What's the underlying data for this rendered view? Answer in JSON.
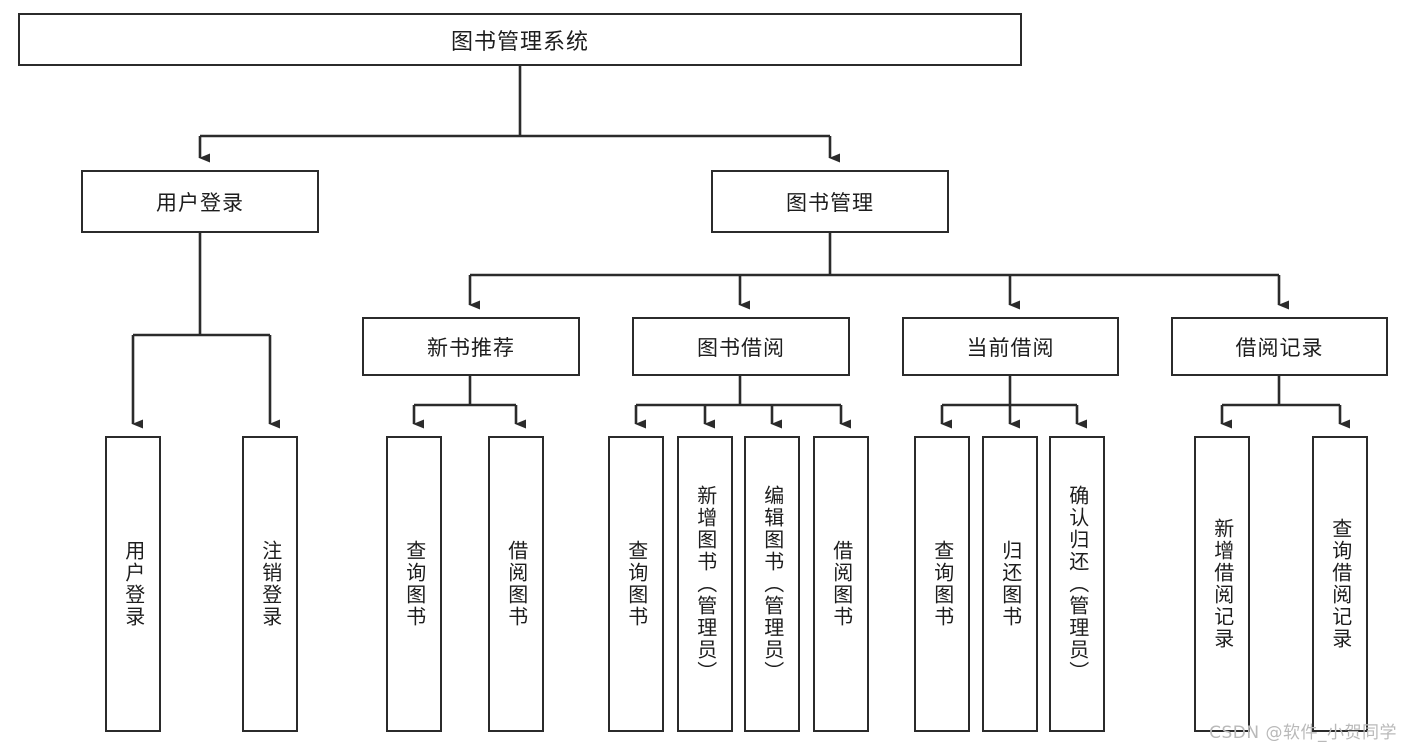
{
  "diagram": {
    "type": "tree-hierarchy",
    "title": "图书管理系统",
    "watermark": "CSDN @软件_小贺同学",
    "colors": {
      "box_border": "#2b2b2b",
      "box_fill": "#ffffff",
      "connector": "#2b2b2b",
      "text": "#1d1d1d",
      "watermark": "#b9b9b9",
      "background": "#ffffff"
    },
    "nodes": {
      "root": {
        "label": "图书管理系统"
      },
      "level2": [
        {
          "id": "user-login",
          "label": "用户登录"
        },
        {
          "id": "book-management",
          "label": "图书管理"
        }
      ],
      "level3": [
        {
          "id": "new-book-recommend",
          "label": "新书推荐"
        },
        {
          "id": "book-borrow",
          "label": "图书借阅"
        },
        {
          "id": "current-borrow",
          "label": "当前借阅"
        },
        {
          "id": "borrow-record",
          "label": "借阅记录"
        }
      ],
      "leaves": [
        {
          "id": "leaf-user-login",
          "label": "用户登录",
          "parent": "user-login"
        },
        {
          "id": "leaf-logout-login",
          "label": "注销登录",
          "parent": "user-login"
        },
        {
          "id": "leaf-query-book-1",
          "label": "查询图书",
          "parent": "new-book-recommend"
        },
        {
          "id": "leaf-borrow-book-1",
          "label": "借阅图书",
          "parent": "new-book-recommend"
        },
        {
          "id": "leaf-query-book-2",
          "label": "查询图书",
          "parent": "book-borrow"
        },
        {
          "id": "leaf-add-book",
          "label": "新增图书（管理员）",
          "parent": "book-borrow"
        },
        {
          "id": "leaf-edit-book",
          "label": "编辑图书（管理员）",
          "parent": "book-borrow"
        },
        {
          "id": "leaf-borrow-book-2",
          "label": "借阅图书",
          "parent": "book-borrow"
        },
        {
          "id": "leaf-query-book-3",
          "label": "查询图书",
          "parent": "current-borrow"
        },
        {
          "id": "leaf-return-book",
          "label": "归还图书",
          "parent": "current-borrow"
        },
        {
          "id": "leaf-confirm-return",
          "label": "确认归还（管理员）",
          "parent": "current-borrow"
        },
        {
          "id": "leaf-add-record",
          "label": "新增借阅记录",
          "parent": "borrow-record"
        },
        {
          "id": "leaf-query-record",
          "label": "查询借阅记录",
          "parent": "borrow-record"
        }
      ]
    }
  }
}
